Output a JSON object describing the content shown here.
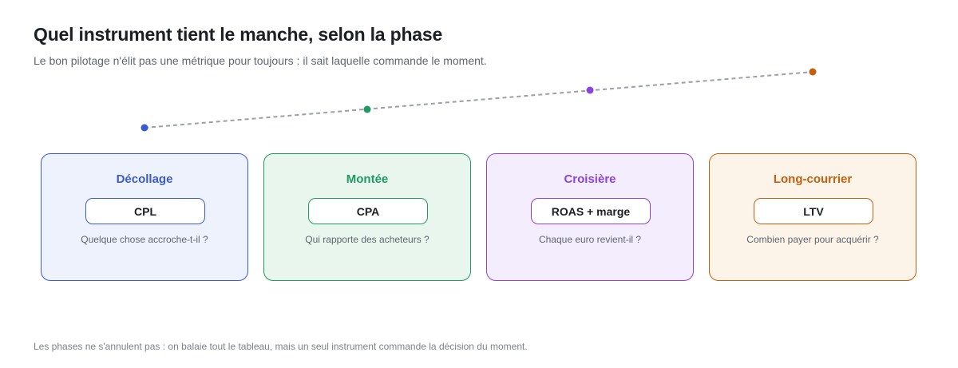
{
  "header": {
    "title": "Quel instrument tient le manche, selon la phase",
    "subtitle": "Le bon pilotage n'élit pas une métrique pour toujours : il sait laquelle commande le moment."
  },
  "phases": [
    {
      "name": "Décollage",
      "metric": "CPL",
      "question": "Quelque chose accroche-t-il ?",
      "color": "#3a5bd0",
      "background": "#eef2fd"
    },
    {
      "name": "Montée",
      "metric": "CPA",
      "question": "Qui rapporte des acheteurs ?",
      "color": "#1f9a63",
      "background": "#e8f6ee"
    },
    {
      "name": "Croisière",
      "metric": "ROAS + marge",
      "question": "Chaque euro revient-il ?",
      "color": "#8a44e0",
      "background": "#f3edfd"
    },
    {
      "name": "Long-courrier",
      "metric": "LTV",
      "question": "Combien payer pour acquérir ?",
      "color": "#c2600f",
      "background": "#fdf4e9"
    }
  ],
  "trajectory": {
    "line_color": "#9aa0a6",
    "marker_shape": "dot"
  },
  "footnote": "Les phases ne s'annulent pas : on balaie tout le tableau, mais un seul instrument commande la décision du moment."
}
